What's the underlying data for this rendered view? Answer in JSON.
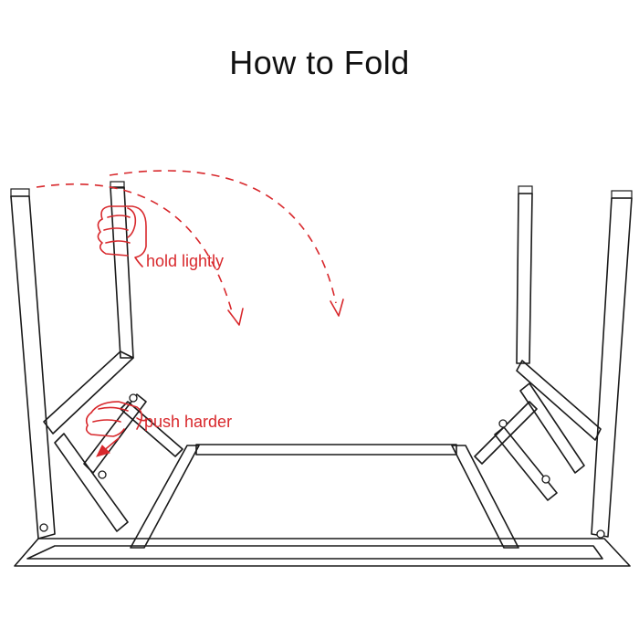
{
  "title": "How to Fold",
  "annotations": {
    "hold": "hold lightly",
    "push": "push harder"
  },
  "colors": {
    "line": "#1a1a1a",
    "accent": "#d8282c",
    "background": "#ffffff"
  },
  "icons": [
    "hand-hold-icon",
    "hand-push-icon",
    "fold-arrow-icon"
  ]
}
